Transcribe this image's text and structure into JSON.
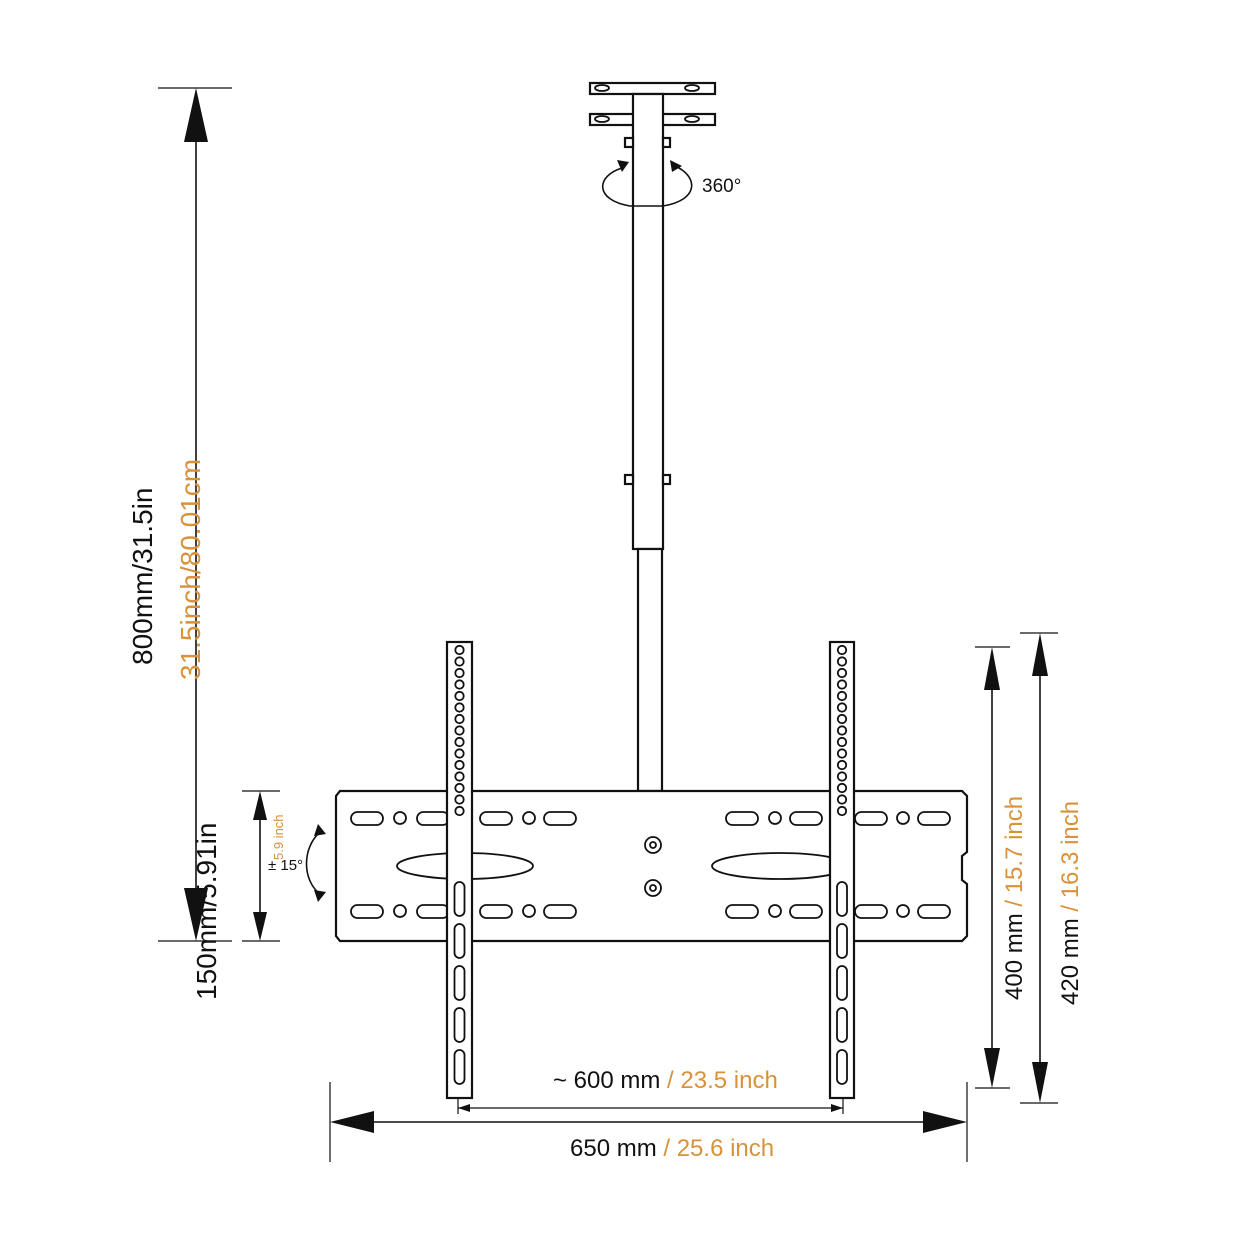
{
  "labels": {
    "rotation": "360°",
    "height_total": "800mm/31.5in",
    "height_total_alt": "31.5inch/80.01cm",
    "height_bracket": "150mm/5.91in",
    "tilt_angle": "± 15°",
    "tilt_distance": "5.9 inch",
    "width_inner_mm": "~ 600 mm",
    "width_inner_in": " / 23.5 inch",
    "width_total_mm": "650 mm",
    "width_total_in": " / 25.6 inch",
    "height_inner_mm": "400 mm",
    "height_inner_in": " / 15.7 inch",
    "height_outer_mm": "420 mm",
    "height_outer_in": " / 16.3 inch"
  },
  "colors": {
    "line": "#111111",
    "accent": "#d9913a",
    "background": "#ffffff"
  }
}
